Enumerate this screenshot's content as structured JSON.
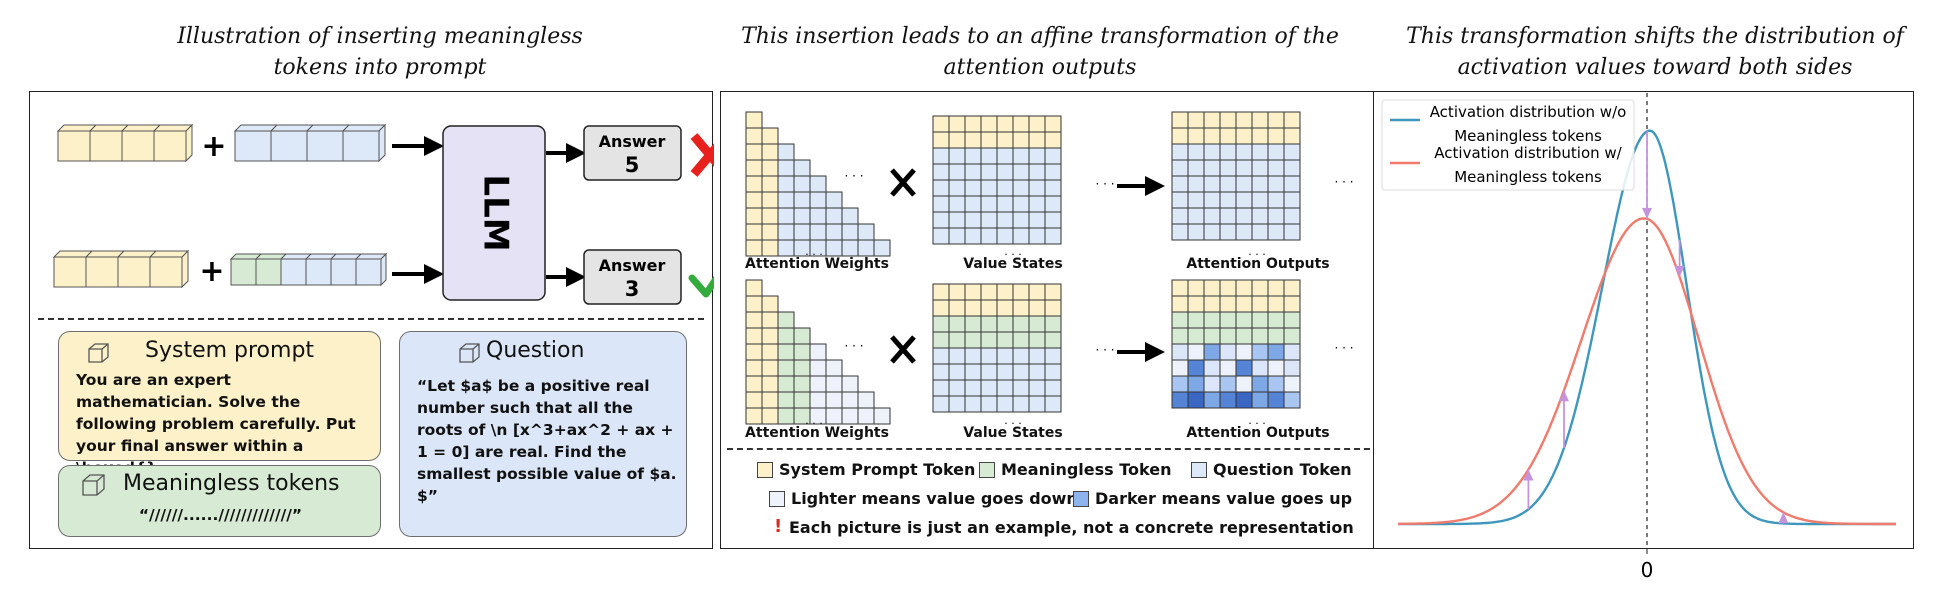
{
  "titles": {
    "left": "Illustration of inserting meaningless\ntokens into prompt",
    "middle": "This insertion leads to an affine transformation of the\nattention outputs",
    "right": "This transformation shifts the distribution of\nactivation values toward both sides"
  },
  "left_panel": {
    "llm_label": "LLM",
    "answer_top": {
      "label": "Answer",
      "value": "5"
    },
    "answer_bottom": {
      "label": "Answer",
      "value": "3"
    },
    "plus": "+",
    "system_prompt": {
      "title": "System prompt",
      "text": "You are an expert mathematician. Solve the following problem carefully.  Put your final answer within a \\boxed{}"
    },
    "meaningless_tokens": {
      "title": "Meaningless tokens",
      "text": "“//////....../////////////”"
    },
    "question": {
      "title": "Question",
      "text": "“Let $a$ be a positive real number such that all the roots of \\n [x^3+ax^2 + ax + 1 = 0] are real. Find the smallest possible value of $a. $”"
    }
  },
  "middle_panel": {
    "labels": {
      "attention_weights": "Attention Weights",
      "value_states": "Value States",
      "attention_outputs": "Attention Outputs"
    },
    "ellipsis": "· · ·",
    "legend": {
      "system_prompt_token": "System Prompt Token",
      "meaningless_token": "Meaningless Token",
      "question_token": "Question Token",
      "lighter": "Lighter means value goes down",
      "darker": "Darker means value goes up",
      "note": "Each picture is just an example, not a concrete representation"
    },
    "colors": {
      "system": "#fdf1c9",
      "meaningless": "#d7ead3",
      "question": "#dde8f8",
      "lighter": "#eef3fb",
      "darker": "#8db4ef"
    }
  },
  "chart_data": {
    "type": "line",
    "x_tick_labels": [
      "0"
    ],
    "series": [
      {
        "name": "Activation distribution w/o\nMeaningless tokens",
        "color": "#3f97bd"
      },
      {
        "name": "Activation distribution w/\nMeaningless tokens",
        "color": "#f07b6c"
      }
    ],
    "annotation_arrow_color": "#c593dc"
  }
}
